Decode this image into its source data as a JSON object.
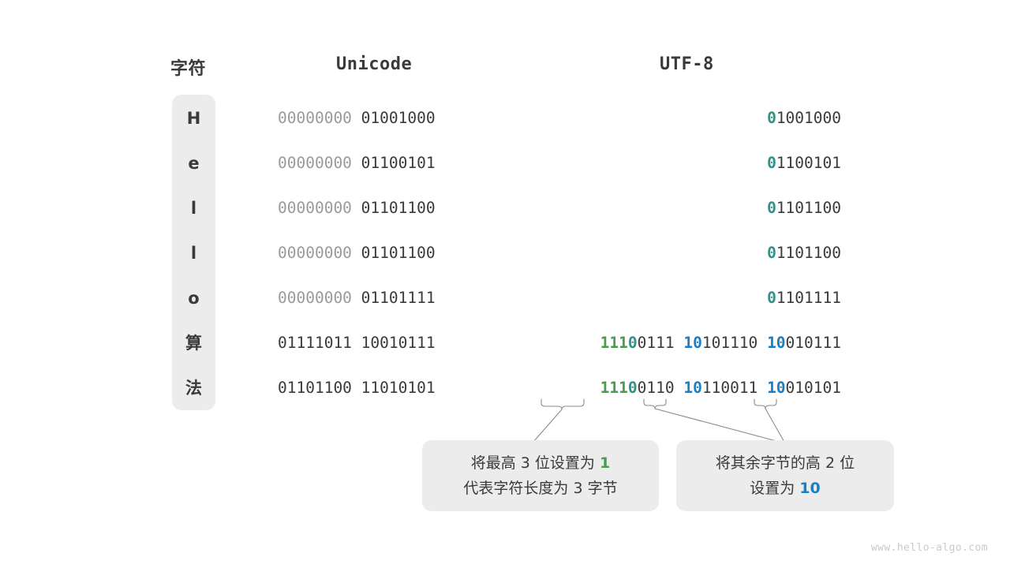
{
  "headers": {
    "char": "字符",
    "unicode": "Unicode",
    "utf8": "UTF-8"
  },
  "colors": {
    "dim": "#9a9a9a",
    "dark": "#3a3a3a",
    "teal": "#2e9287",
    "green": "#4e9a52",
    "blue": "#1b7fc4",
    "capsule_bg": "#ececec",
    "callout_bg": "#ececec",
    "watermark": "#c9c9c9"
  },
  "rows": [
    {
      "char": "H",
      "unicode": {
        "byte1": "00000000",
        "byte1_style": "dim",
        "byte2": "01001000",
        "byte2_style": "dark"
      },
      "utf8": [
        {
          "prefix": "0",
          "prefix_style": "teal",
          "rest": "1001000"
        }
      ]
    },
    {
      "char": "e",
      "unicode": {
        "byte1": "00000000",
        "byte1_style": "dim",
        "byte2": "01100101",
        "byte2_style": "dark"
      },
      "utf8": [
        {
          "prefix": "0",
          "prefix_style": "teal",
          "rest": "1100101"
        }
      ]
    },
    {
      "char": "l",
      "unicode": {
        "byte1": "00000000",
        "byte1_style": "dim",
        "byte2": "01101100",
        "byte2_style": "dark"
      },
      "utf8": [
        {
          "prefix": "0",
          "prefix_style": "teal",
          "rest": "1101100"
        }
      ]
    },
    {
      "char": "l",
      "unicode": {
        "byte1": "00000000",
        "byte1_style": "dim",
        "byte2": "01101100",
        "byte2_style": "dark"
      },
      "utf8": [
        {
          "prefix": "0",
          "prefix_style": "teal",
          "rest": "1101100"
        }
      ]
    },
    {
      "char": "o",
      "unicode": {
        "byte1": "00000000",
        "byte1_style": "dim",
        "byte2": "01101111",
        "byte2_style": "dark"
      },
      "utf8": [
        {
          "prefix": "0",
          "prefix_style": "teal",
          "rest": "1101111"
        }
      ]
    },
    {
      "char": "算",
      "unicode": {
        "byte1": "01111011",
        "byte1_style": "dark",
        "byte2": "10010111",
        "byte2_style": "dark"
      },
      "utf8": [
        {
          "prefix": "111",
          "prefix_style": "green",
          "prefix2": "0",
          "prefix2_style": "teal",
          "rest": "0111"
        },
        {
          "prefix": "10",
          "prefix_style": "blue",
          "rest": "101110"
        },
        {
          "prefix": "10",
          "prefix_style": "blue",
          "rest": "010111"
        }
      ]
    },
    {
      "char": "法",
      "unicode": {
        "byte1": "01101100",
        "byte1_style": "dark",
        "byte2": "11010101",
        "byte2_style": "dark"
      },
      "utf8": [
        {
          "prefix": "111",
          "prefix_style": "green",
          "prefix2": "0",
          "prefix2_style": "teal",
          "rest": "0110"
        },
        {
          "prefix": "10",
          "prefix_style": "blue",
          "rest": "110011"
        },
        {
          "prefix": "10",
          "prefix_style": "blue",
          "rest": "010101"
        }
      ]
    }
  ],
  "callouts": [
    {
      "line1_a": "将最高 3 位设置为 ",
      "line1_hl": "1",
      "line1_hl_style": "green",
      "line2": "代表字符长度为 3 字节"
    },
    {
      "line1": "将其余字节的高 2 位",
      "line2_a": "设置为 ",
      "line2_hl": "10",
      "line2_hl_style": "blue"
    }
  ],
  "watermark": "www.hello-algo.com"
}
